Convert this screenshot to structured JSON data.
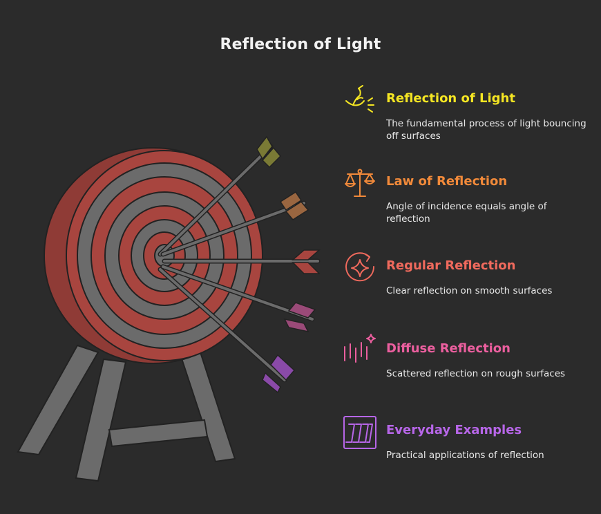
{
  "title": "Reflection of Light",
  "colors": {
    "background": "#2b2b2b",
    "ring_red": "#a8453f",
    "ring_gray": "#6b6b6b",
    "stand": "#6b6b6b",
    "outline": "#222222"
  },
  "items": [
    {
      "title": "Reflection of Light",
      "description": "The fundamental process of light bouncing off surfaces",
      "color": "#f5e623",
      "icon": "hand-light-icon"
    },
    {
      "title": "Law of Reflection",
      "description": "Angle of incidence equals angle of reflection",
      "color": "#f28a3a",
      "icon": "balance-scale-icon"
    },
    {
      "title": "Regular Reflection",
      "description": "Clear reflection on smooth surfaces",
      "color": "#f06a5d",
      "icon": "sparkle-refresh-icon"
    },
    {
      "title": "Diffuse Reflection",
      "description": "Scattered reflection on rough surfaces",
      "color": "#ec5f9f",
      "icon": "scatter-lines-icon"
    },
    {
      "title": "Everyday Examples",
      "description": "Practical applications of reflection",
      "color": "#b766e8",
      "icon": "chevrons-box-icon"
    }
  ],
  "arrows": [
    {
      "color": "#7a7a35"
    },
    {
      "color": "#9a6640"
    },
    {
      "color": "#a8453f"
    },
    {
      "color": "#9a4a78"
    },
    {
      "color": "#8a4aa8"
    }
  ]
}
